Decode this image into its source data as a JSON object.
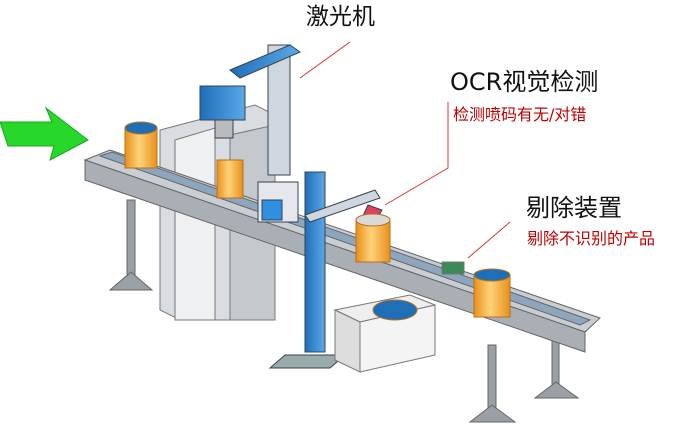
{
  "colors": {
    "accent_red": "#c00000",
    "arrow_green": "#22cc22",
    "machine_blue": "#2f7fc8",
    "product_orange": "#f5a623"
  },
  "labels": {
    "laser": {
      "title": "激光机"
    },
    "ocr": {
      "title": "OCR视觉检测",
      "subtitle": "检测喷码有无/对错"
    },
    "reject": {
      "title": "剔除装置",
      "subtitle": "剔除不识别的产品"
    }
  },
  "icons": {
    "flow": "green-arrow-icon"
  }
}
